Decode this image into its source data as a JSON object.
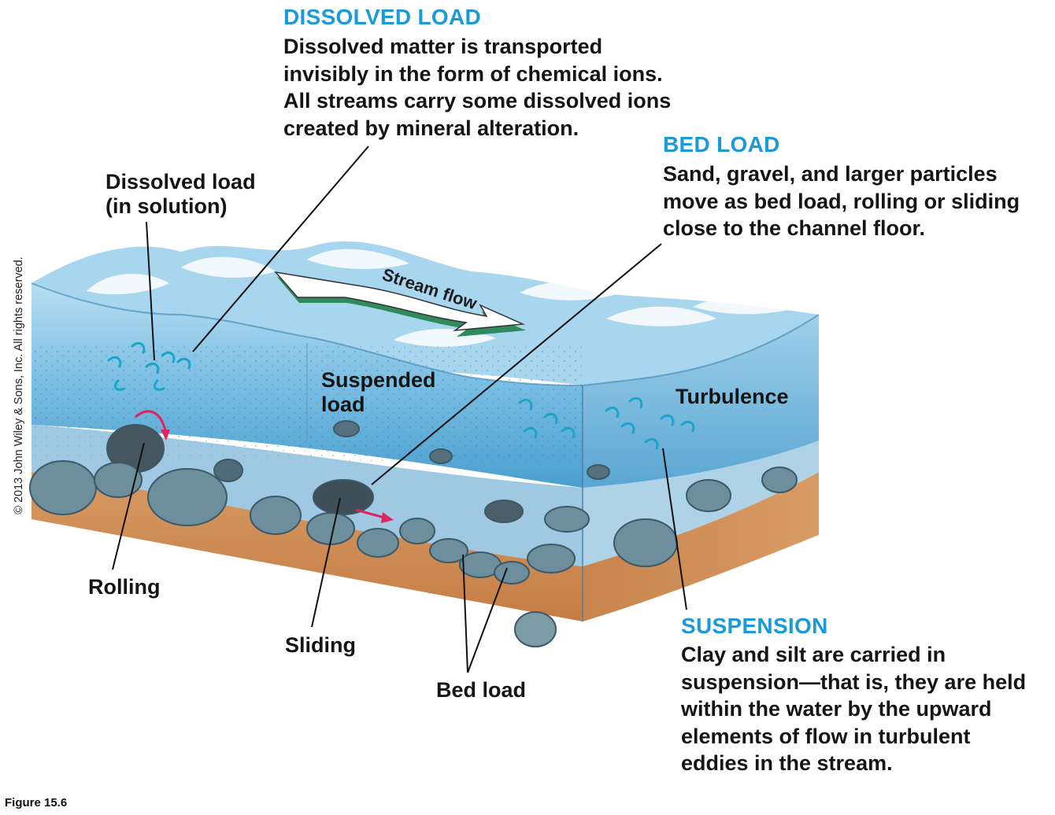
{
  "callouts": {
    "dissolved": {
      "title": "DISSOLVED LOAD",
      "body": "Dissolved matter is transported\ninvisibly in the form of chemical ions.\nAll streams carry some dissolved ions\ncreated by mineral alteration."
    },
    "bed": {
      "title": "BED LOAD",
      "body": "Sand, gravel, and larger particles\nmove as bed load, rolling or sliding\nclose to the channel floor."
    },
    "suspension": {
      "title": "SUSPENSION",
      "body": "Clay and silt are carried in\nsuspension—that is, they are held\nwithin the water by the upward\nelements of flow in turbulent\neddies in the stream."
    }
  },
  "labels": {
    "dissolved_load": "Dissolved load\n(in solution)",
    "suspended_load": "Suspended\nload",
    "turbulence": "Turbulence",
    "rolling": "Rolling",
    "sliding": "Sliding",
    "bed_load": "Bed load",
    "stream_flow": "Stream flow"
  },
  "copyright": "© 2013 John Wiley & Sons, Inc. All rights reserved.",
  "figure_label": "Figure 15.6",
  "colors": {
    "callout_title": "#1a9ad6",
    "water": "#6bb6de",
    "sediment": "#c98652",
    "rock": "#6e8d9a",
    "arrow_red": "#e0245e"
  }
}
